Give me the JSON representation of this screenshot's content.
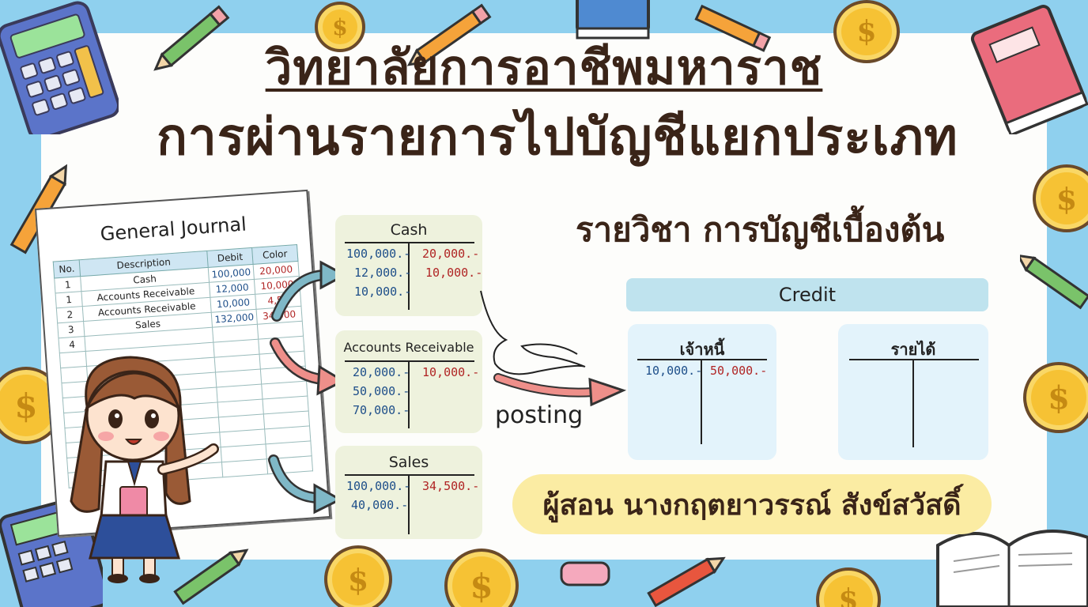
{
  "title": {
    "line1": "วิทยาลัยการอาชีพมหาราช",
    "line2": "การผ่านรายการไปบัญชีแยกประเภท"
  },
  "subject": "รายวิชา การบัญชีเบื้องต้น",
  "teacher": "ผู้สอน นางกฤตยาวรรณ์ สังข์สวัสดิ์",
  "posting_label": "posting",
  "journal": {
    "title": "General Journal",
    "headers": [
      "No.",
      "Description",
      "Debit",
      "Color"
    ],
    "rows": [
      {
        "no": "1",
        "desc": "Cash",
        "debit": "100,000",
        "credit": "20,000"
      },
      {
        "no": "1",
        "desc": "Accounts Receivable",
        "debit": "12,000",
        "credit": "10,000"
      },
      {
        "no": "2",
        "desc": "Accounts Receivable",
        "debit": "10,000",
        "credit": "4,50"
      },
      {
        "no": "3",
        "desc": "Sales",
        "debit": "132,000",
        "credit": "34,500"
      },
      {
        "no": "4",
        "desc": "",
        "debit": "",
        "credit": ""
      }
    ]
  },
  "ledgers": {
    "cash": {
      "name": "Cash",
      "debits": [
        "100,000.-",
        "12,000.-",
        "10,000.-"
      ],
      "credits": [
        "20,000.-",
        "10,000.-"
      ]
    },
    "ar": {
      "name": "Accounts Receivable",
      "debits": [
        "20,000.-",
        "50,000.-",
        "70,000.-"
      ],
      "credits": [
        "10,000.-"
      ]
    },
    "sales": {
      "name": "Sales",
      "debits": [
        "100,000.-",
        "40,000.-"
      ],
      "credits": [
        "34,500.-"
      ]
    }
  },
  "credit_section": {
    "header": "Credit",
    "creditor": {
      "name": "เจ้าหนี้",
      "debits": [
        "10,000.-"
      ],
      "credits": [
        "50,000.-"
      ]
    },
    "revenue": {
      "name": "รายได้"
    }
  },
  "colors": {
    "background": "#8fd0ee",
    "board": "#fdfdfb",
    "ledger_green": "#eef2dd",
    "ledger_blue": "#e3f3fb",
    "debit_text": "#1d4e89",
    "credit_text": "#b02424",
    "teacher_pill": "#fbeca3"
  }
}
